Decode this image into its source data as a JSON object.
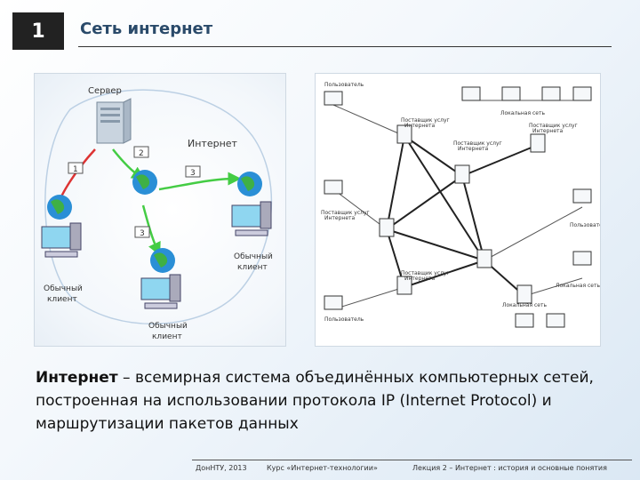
{
  "slide": {
    "number": "1",
    "title": "Сеть интернет"
  },
  "diagram_left": {
    "server_label": "Сервер",
    "internet_label": "Интернет",
    "step_labels": [
      "1",
      "2",
      "3",
      "3"
    ],
    "client_label_line1": "Обычный",
    "client_label_line2": "клиент"
  },
  "diagram_right": {
    "user_label": "Пользователь",
    "local_net_label": "Локальная сеть",
    "provider_label_line1": "Поставщик услуг",
    "provider_label_line2": "Интернета"
  },
  "caption": {
    "term": "Интернет",
    "definition": " – всемирная система объединённых компьютерных сетей, построенная на использовании протокола IP (Internet Protocol)  и маршрутизации пакетов данных"
  },
  "footer": {
    "org": "ДонНТУ, 2013",
    "course": "Курс «Интернет-технологии»",
    "lecture": "Лекция 2 – Интернет : история и основные понятия"
  }
}
